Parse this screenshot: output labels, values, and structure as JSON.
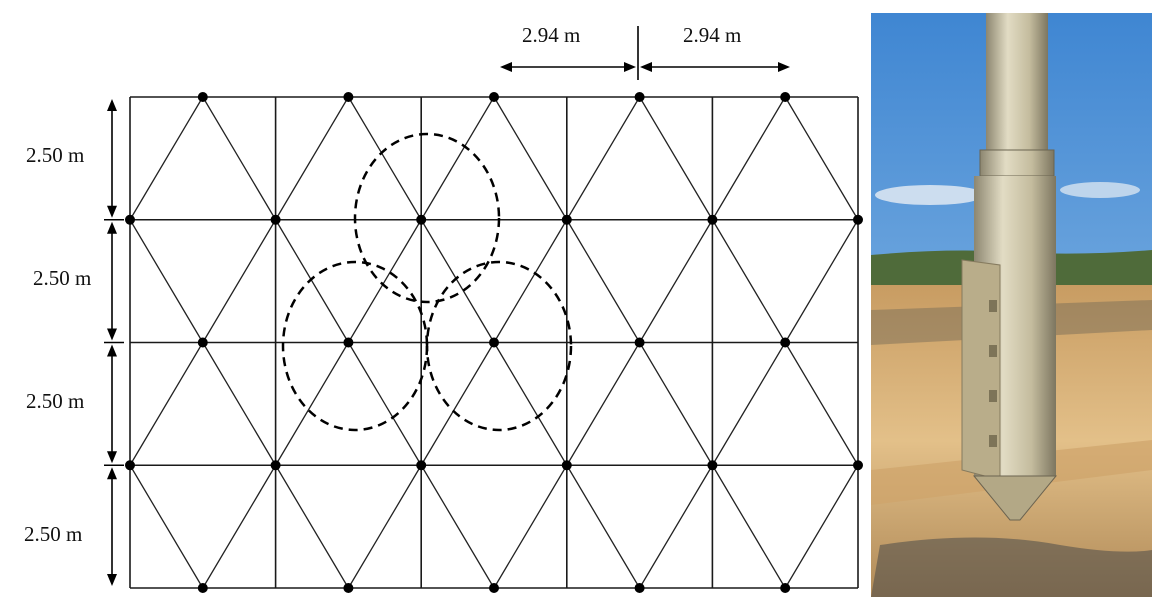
{
  "diagram": {
    "dimensions": {
      "horizontal_spacing_labels": [
        "2.94 m",
        "2.94 m"
      ],
      "vertical_spacing_labels": [
        "2.50 m",
        "2.50 m",
        "2.50 m",
        "2.50 m"
      ]
    },
    "grid": {
      "columns": 5,
      "rows": 4,
      "pattern": "triangular"
    },
    "influence_circles": 3
  },
  "photo": {
    "subject": "drilling-rig-auger",
    "colors": {
      "sky": "#5b9ad6",
      "ground": "#d9b07a",
      "rod": "#c9c2a8",
      "vegetation": "#4f6b3a"
    }
  }
}
